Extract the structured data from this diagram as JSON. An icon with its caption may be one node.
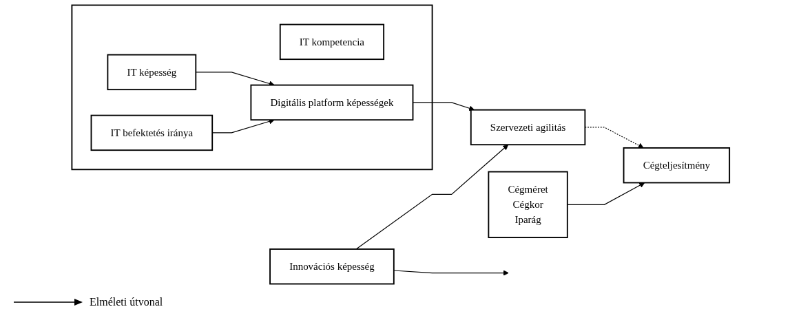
{
  "diagram": {
    "nodes": [
      {
        "text": [],
        "shape": "box"
      },
      {
        "text": [
          "IT kompetencia"
        ],
        "in": 0
      },
      {
        "text": [
          "IT képesség"
        ],
        "in": 0
      },
      {
        "text": [
          "IT befektetés iránya"
        ],
        "in": 0
      },
      {
        "text": [
          "Digitális platform képességek"
        ],
        "in": 0
      },
      {
        "text": [
          "Szervezeti agilitás"
        ]
      },
      {
        "text": [
          "Cégteljesítmény"
        ]
      },
      {
        "text": [
          "Innovációs képesség"
        ]
      },
      {
        "text": [
          "Cégméret",
          "Cégkor",
          "Iparág"
        ]
      }
    ],
    "edges": [
      {
        "from": 2,
        "to": 4,
        "arrow": "to"
      },
      {
        "from": 3,
        "to": 4,
        "arrow": "to"
      },
      {
        "from": 4,
        "to": 5,
        "arrow": "to"
      },
      {
        "from": 7,
        "to": null,
        "arrow": "to"
      },
      {
        "from": 7,
        "to": 5,
        "arrow": "to"
      },
      {
        "from": 5,
        "to": 6,
        "arrow": "to",
        "style": "dashed"
      },
      {
        "from": 8,
        "to": 6,
        "arrow": "to"
      }
    ],
    "legend": [
      {
        "text": "Elméleti útvonal"
      }
    ]
  }
}
